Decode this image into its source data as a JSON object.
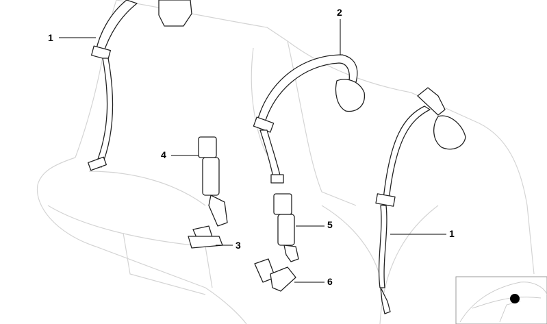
{
  "diagram": {
    "callouts": [
      {
        "id": "1",
        "part": "rear-left-belt"
      },
      {
        "id": "2",
        "part": "center-belt"
      },
      {
        "id": "4",
        "part": "buckle-left"
      },
      {
        "id": "5",
        "part": "buckle-center"
      },
      {
        "id": "3",
        "part": "buckle-small"
      },
      {
        "id": "6",
        "part": "buckle-right"
      },
      {
        "id": "1",
        "part": "rear-right-belt"
      }
    ],
    "thumbnail": {
      "marker_color": "#000000"
    }
  }
}
